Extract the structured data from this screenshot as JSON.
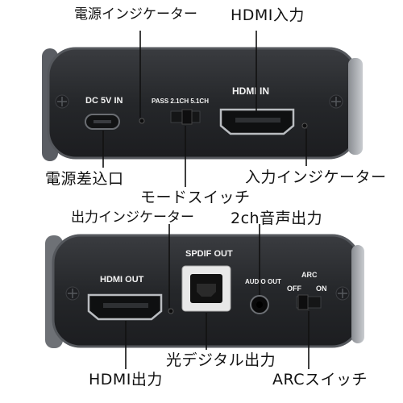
{
  "labels": {
    "power_indicator": "電源インジケーター",
    "hdmi_input": "HDMI入力",
    "power_port": "電源差込口",
    "mode_switch": "モードスイッチ",
    "input_indicator": "入力インジケーター",
    "output_indicator": "出力インジケーター",
    "audio_2ch": "2ch音声出力",
    "hdmi_output": "HDMI出力",
    "optical_output": "光デジタル出力",
    "arc_switch": "ARCスイッチ"
  },
  "panel_top": {
    "dc": "DC 5V IN",
    "pass": "PASS 2.1CH 5.1CH",
    "hdmi_in": "HDMI IN"
  },
  "panel_bottom": {
    "hdmi_out": "HDMI OUT",
    "spdif": "SPDIF OUT",
    "audio_out": "AUDIO OUT",
    "arc": "ARC",
    "arc_off": "OFF",
    "arc_on": "ON"
  },
  "colors": {
    "panel": "#2b2d31",
    "panel_edge": "#54575c",
    "leader": "#111111"
  }
}
